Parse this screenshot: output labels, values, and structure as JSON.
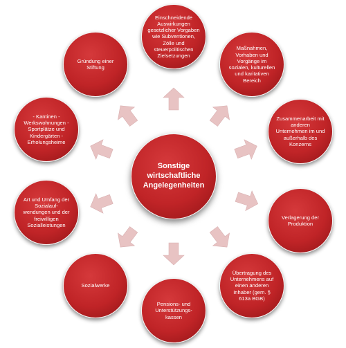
{
  "center": {
    "label": "Sonstige wirtschaftliche Angelegenheiten"
  },
  "outer": [
    {
      "id": "auswirkungen",
      "label": "Einschneidende Auswirkungen gesetzlicher Vorgaben wie Subventionen, Zölle und steuerpolitischen Zielsetzungen"
    },
    {
      "id": "massnahmen",
      "label": "Maßnahmen, Vorhaben und Vorgänge im sozialen, kulturellen und karitativen Bereich"
    },
    {
      "id": "zusammenarbeit",
      "label": "Zusammenarbeit mit anderen Unternehmen im und außerhalb des Konzerns"
    },
    {
      "id": "verlagerung",
      "label": "Verlagerung der Produktion"
    },
    {
      "id": "uebertragung",
      "label": "Übertragung des Unternehmens auf einen anderen Inhaber (gem. § 613a BGB)"
    },
    {
      "id": "pensionskassen",
      "label": "Pensions- und Unterstützungs- kassen"
    },
    {
      "id": "sozialwerke",
      "label": "Sozialwerke"
    },
    {
      "id": "sozialaufwendungen",
      "label": "Art und Umfang der Sozialauf- wendungen und der freiwilligen Sozialleistungen"
    },
    {
      "id": "einrichtungen",
      "label": "- Kantinen -Werkswohnungen - Sportplätze und Kindergärten - Erholungsheime"
    },
    {
      "id": "stiftung",
      "label": "Gründung einer Stiftung"
    }
  ],
  "colors": {
    "circle": "#c02427",
    "arrow": "#e8c3c3",
    "text": "#ffffff"
  }
}
